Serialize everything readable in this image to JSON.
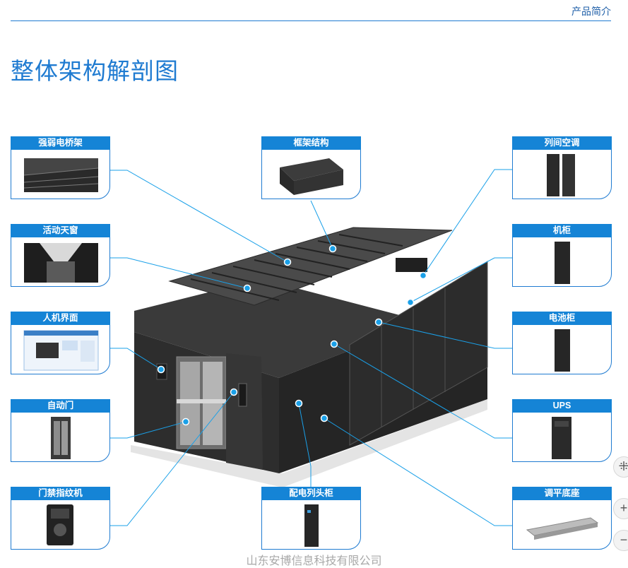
{
  "header": {
    "section_label": "产品简介",
    "title": "整体架构解剖图"
  },
  "components": {
    "cable_tray": "强弱电桥架",
    "frame": "框架结构",
    "inrow_ac": "列间空调",
    "skylight": "活动天窗",
    "cabinet": "机柜",
    "hmi": "人机界面",
    "battery": "电池柜",
    "auto_door": "自动门",
    "ups": "UPS",
    "access": "门禁指纹机",
    "pdu": "配电列头柜",
    "base": "调平底座"
  },
  "footer": {
    "watermark": "山东安博信息科技有限公司"
  },
  "controls": {
    "more_glyph": "⁜",
    "zoom_in": "+",
    "zoom_out": "−"
  },
  "colors": {
    "accent": "#1f7bd1",
    "header_bg": "#1584d6",
    "cabinet": "#2b2b2b",
    "dot": "#1aa0e8"
  }
}
